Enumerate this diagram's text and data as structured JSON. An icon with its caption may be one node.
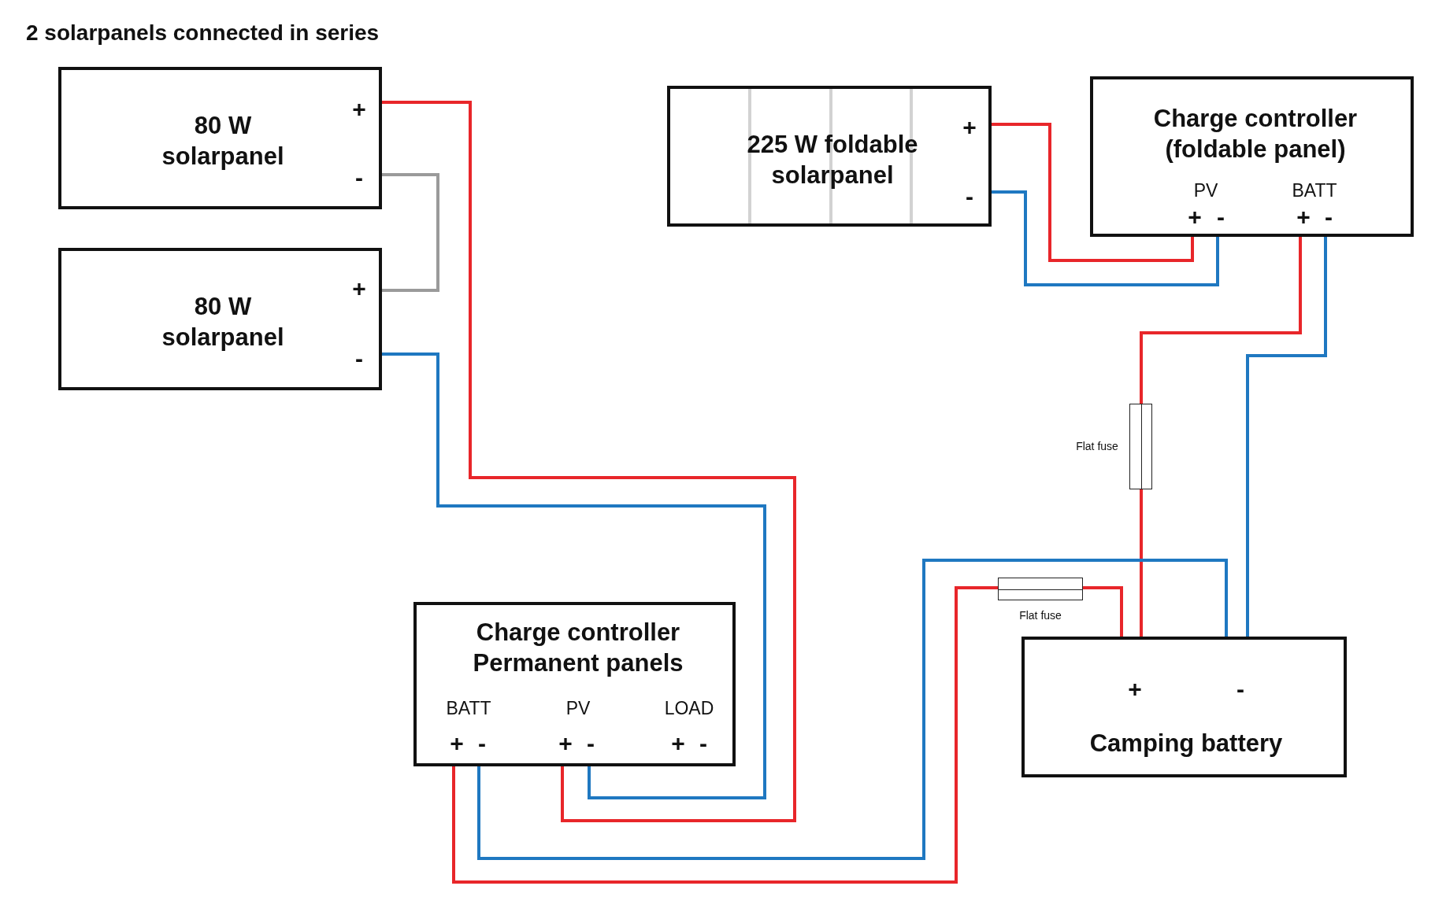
{
  "diagram": {
    "title": "2 solarpanels connected in series",
    "nodes": [
      {
        "text": [
          "80 W solarpanel",
          "+",
          "-"
        ]
      },
      {
        "text": [
          "80 W solarpanel",
          "+",
          "-"
        ]
      },
      {
        "text": [
          "225 W foldable solarpanel",
          "+",
          "-"
        ]
      },
      {
        "text": [
          "Charge controller (foldable panel)",
          "PV",
          "BATT",
          "+",
          "-",
          "+",
          "-"
        ]
      },
      {
        "text": [
          "Charge controller Permanent panels",
          "BATT",
          "PV",
          "LOAD",
          "+",
          "-",
          "+",
          "-",
          "+",
          "-"
        ]
      },
      {
        "text": [
          "+",
          "-",
          "Camping battery"
        ]
      },
      {
        "text": [],
        "shape": "box",
        "beside": [
          "Flat fuse"
        ]
      },
      {
        "text": [],
        "shape": "box",
        "beside": [
          "Flat fuse"
        ]
      }
    ],
    "edges": [
      {
        "from": 0,
        "to": 4,
        "arrow": "none",
        "color": "#e8262a"
      },
      {
        "from": 0,
        "to": 1,
        "arrow": "none",
        "color": "#9a9a9a"
      },
      {
        "from": 1,
        "to": 4,
        "arrow": "none",
        "color": "#1f78c1"
      },
      {
        "from": 2,
        "to": 3,
        "arrow": "none",
        "color": "#e8262a"
      },
      {
        "from": 2,
        "to": 3,
        "arrow": "none",
        "color": "#1f78c1"
      },
      {
        "from": 3,
        "to": 6,
        "arrow": "none",
        "color": "#e8262a"
      },
      {
        "from": 6,
        "to": 5,
        "arrow": "none",
        "color": "#e8262a"
      },
      {
        "from": 3,
        "to": 5,
        "arrow": "none",
        "color": "#1f78c1"
      },
      {
        "from": 4,
        "to": 7,
        "arrow": "none",
        "color": "#e8262a"
      },
      {
        "from": 7,
        "to": 5,
        "arrow": "none",
        "color": "#e8262a"
      },
      {
        "from": 4,
        "to": 5,
        "arrow": "none",
        "color": "#1f78c1"
      }
    ]
  }
}
